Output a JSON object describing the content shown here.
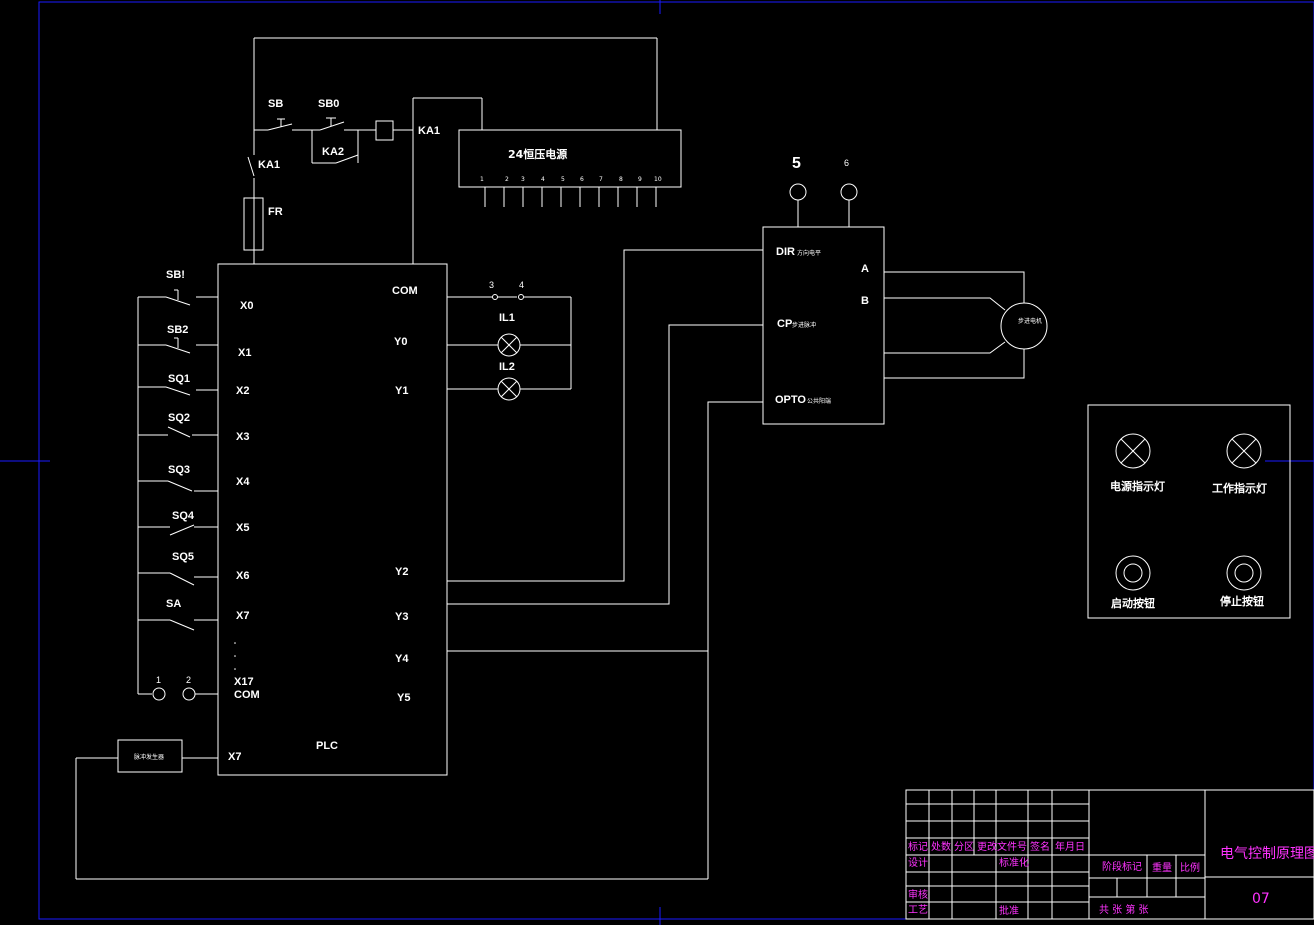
{
  "plc": {
    "name": "PLC",
    "inputs": [
      "X0",
      "X1",
      "X2",
      "X3",
      "X4",
      "X5",
      "X6",
      "X7"
    ],
    "x17": "X17",
    "com_in": "COM",
    "x7_bottom": "X7",
    "com_out": "COM",
    "outputs": [
      "Y0",
      "Y1",
      "Y2",
      "Y3",
      "Y4",
      "Y5"
    ]
  },
  "input_devices": [
    "SB!",
    "SB2",
    "SQ1",
    "SQ2",
    "SQ3",
    "SQ4",
    "SQ5",
    "SA"
  ],
  "terminals": {
    "t1": "1",
    "t2": "2",
    "t3": "3",
    "t4": "4",
    "t5": "5",
    "t6": "6"
  },
  "control": {
    "sb": "SB",
    "sb0": "SB0",
    "ka2": "KA2",
    "ka1_coil": "KA1",
    "ka1_contact": "KA1",
    "fr": "FR"
  },
  "power_supply": {
    "label": "24恒压电源",
    "pins": [
      "1",
      "2",
      "3",
      "4",
      "5",
      "6",
      "7",
      "8",
      "9",
      "10"
    ]
  },
  "lamps": {
    "il1": "IL1",
    "il2": "IL2"
  },
  "driver": {
    "dir": "DIR",
    "dir_note": "方向电平",
    "cp": "CP",
    "cp_note": "步进脉冲",
    "opto": "OPTO",
    "opto_note": "公共阳端",
    "a": "A",
    "b": "B"
  },
  "motor_label": "步进电机",
  "encoder_label": "脉冲发生器",
  "panel": {
    "lamp1": "电源指示灯",
    "lamp2": "工作指示灯",
    "btn1": "启动按钮",
    "btn2": "停止按钮"
  },
  "title_block": {
    "title": "电气控制原理图",
    "drawing_no": "07",
    "r1": [
      "标记",
      "处数",
      "分区",
      "更改文件号",
      "签名",
      "年月日"
    ],
    "design": "设计",
    "standard": "标准化",
    "stage": "阶段标记",
    "weight": "重量",
    "scale": "比例",
    "review": "审核",
    "craft": "工艺",
    "approve": "批准",
    "sheets": "共    张  第    张"
  },
  "colors": {
    "line": "#ffffff",
    "frame": "#1a1aff",
    "title_text": "#ff33ff",
    "background": "#000000"
  }
}
